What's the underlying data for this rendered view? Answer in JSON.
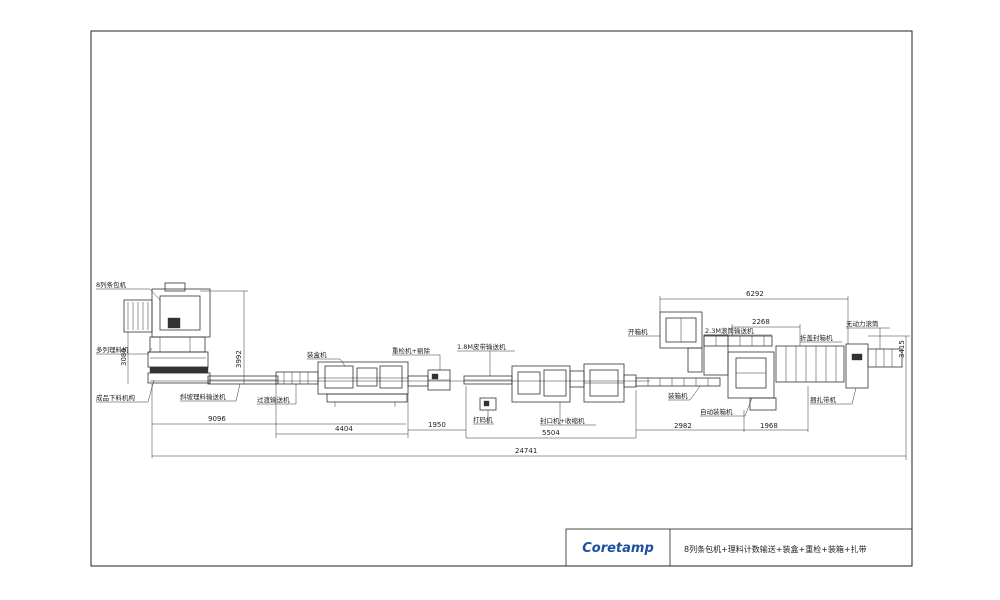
{
  "title_block": {
    "logo_text": "Coretamp",
    "drawing_title": "8列条包机+理料计数输送+装盒+重检+装箱+扎带"
  },
  "labels": {
    "stick_pack_machine": "8列条包机",
    "multi_lane_sorting": "多列理料机",
    "lower_discharge": "成品下料机构",
    "tilt_conveyor": "斜坡理料输送机",
    "transition_conveyor": "过渡输送机",
    "cartoner": "装盒机",
    "checkweigher_reject": "重检机+剔除",
    "belt_conveyor": "1.8M皮带输送机",
    "printer": "打码机",
    "sealing_shrink": "封口机+收缩机",
    "carton_erector": "开箱机",
    "roller_conveyor": "2.3M滚筒输送机",
    "case_packer": "装箱机",
    "auto_case_packer": "自动装箱机",
    "folding_sealer": "折盖封箱机",
    "unpowered_roller": "无动力滚筒",
    "strapping_machine": "捆扎带机"
  },
  "dimensions": {
    "d_3992": "3992",
    "d_3080": "3080",
    "d_9096": "9096",
    "d_4404": "4404",
    "d_1950": "1950",
    "d_5504": "5504",
    "d_2982": "2982",
    "d_1968": "1968",
    "d_24741": "24741",
    "d_6292": "6292",
    "d_2268": "2268",
    "d_3415": "3415"
  }
}
